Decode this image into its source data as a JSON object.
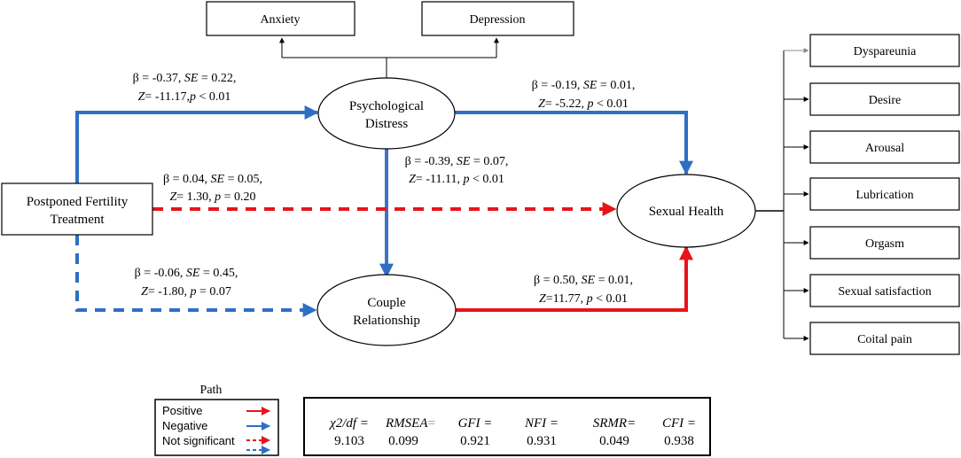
{
  "colors": {
    "positive": "#e8141b",
    "negative": "#2e6fc4",
    "black": "#000000",
    "gray": "#8c8c8c"
  },
  "nodes": {
    "anxiety": "Anxiety",
    "depression": "Depression",
    "psych_line1": "Psychological",
    "psych_line2": "Distress",
    "pft_line1": "Postponed Fertility",
    "pft_line2": "Treatment",
    "couple_line1": "Couple",
    "couple_line2": "Relationship",
    "sexual_health": "Sexual Health"
  },
  "outcomes": [
    "Dyspareunia",
    "Desire",
    "Arousal",
    "Lubrication",
    "Orgasm",
    "Sexual satisfaction",
    "Coital pain"
  ],
  "paths": {
    "pft_psych": {
      "beta": "β = -0.37, ",
      "se": "SE",
      "se_val": " = 0.22,",
      "z": "Z",
      "z_val": "= -11.17,",
      "p": "p",
      "p_val": " < 0.01"
    },
    "psych_sex": {
      "beta": "β = -0.19, ",
      "se": "SE",
      "se_val": " = 0.01,",
      "z": "Z",
      "z_val": "= -5.22, ",
      "p": "p",
      "p_val": " < 0.01"
    },
    "psych_couple": {
      "beta": "β = -0.39, ",
      "se": "SE",
      "se_val": " = 0.07,",
      "z": "Z",
      "z_val": "= -11.11,  ",
      "p": "p",
      "p_val": " < 0.01"
    },
    "pft_sex": {
      "beta": "β = 0.04, ",
      "se": "SE",
      "se_val": " = 0.05,",
      "z": "Z",
      "z_val": "= 1.30, ",
      "p": "p",
      "p_val": " = 0.20"
    },
    "pft_couple": {
      "beta": "β = -0.06, ",
      "se": "SE",
      "se_val": " = 0.45,",
      "z": "Z",
      "z_val": "= -1.80, ",
      "p": "p",
      "p_val": " = 0.07"
    },
    "couple_sex": {
      "beta": "β = 0.50, ",
      "se": "SE",
      "se_val": " = 0.01,",
      "z": "Z",
      "z_val": "=11.77, ",
      "p": "p",
      "p_val": " < 0.01"
    }
  },
  "legend": {
    "title": "Path",
    "positive": "Positive",
    "negative": "Negative",
    "not_significant": "Not significant"
  },
  "fit": {
    "chi_label": "χ2/df =",
    "chi_val": "9.103",
    "rmsea_label": "RMSEA",
    "rmsea_eq": "=",
    "rmsea_val": "0.099",
    "gfi_label": "GFI =",
    "gfi_val": "0.921",
    "nfi_label": "NFI =",
    "nfi_val": "0.931",
    "srmr_label": "SRMR=",
    "srmr_val": "0.049",
    "cfi_label": "CFI =",
    "cfi_val": "0.938"
  }
}
